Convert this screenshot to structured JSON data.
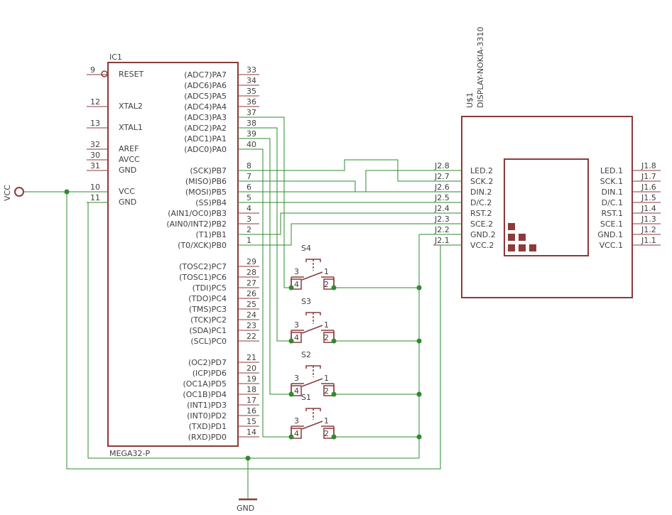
{
  "ic1": {
    "name": "IC1",
    "value": "MEGA32-P",
    "left_pins": [
      {
        "num": "9",
        "label": "RESET"
      },
      {
        "num": "12",
        "label": "XTAL2"
      },
      {
        "num": "13",
        "label": "XTAL1"
      },
      {
        "num": "32",
        "label": "AREF"
      },
      {
        "num": "30",
        "label": "AVCC"
      },
      {
        "num": "31",
        "label": "GND"
      },
      {
        "num": "10",
        "label": "VCC"
      },
      {
        "num": "11",
        "label": "GND"
      }
    ],
    "right_pins": [
      {
        "num": "33",
        "label": "(ADC7)PA7"
      },
      {
        "num": "34",
        "label": "(ADC6)PA6"
      },
      {
        "num": "35",
        "label": "(ADC5)PA5"
      },
      {
        "num": "36",
        "label": "(ADC4)PA4"
      },
      {
        "num": "37",
        "label": "(ADC3)PA3"
      },
      {
        "num": "38",
        "label": "(ADC2)PA2"
      },
      {
        "num": "39",
        "label": "(ADC1)PA1"
      },
      {
        "num": "40",
        "label": "(ADC0)PA0"
      },
      {
        "num": "8",
        "label": "(SCK)PB7"
      },
      {
        "num": "7",
        "label": "(MISO)PB6"
      },
      {
        "num": "6",
        "label": "(MOSI)PB5"
      },
      {
        "num": "5",
        "label": "(SS)PB4"
      },
      {
        "num": "4",
        "label": "(AIN1/OC0)PB3"
      },
      {
        "num": "3",
        "label": "(AIN0/INT2)PB2"
      },
      {
        "num": "2",
        "label": "(T1)PB1"
      },
      {
        "num": "1",
        "label": "(T0/XCK)PB0"
      },
      {
        "num": "29",
        "label": "(TOSC2)PC7"
      },
      {
        "num": "28",
        "label": "(TOSC1)PC6"
      },
      {
        "num": "27",
        "label": "(TDI)PC5"
      },
      {
        "num": "26",
        "label": "(TDO)PC4"
      },
      {
        "num": "25",
        "label": "(TMS)PC3"
      },
      {
        "num": "24",
        "label": "(TCK)PC2"
      },
      {
        "num": "23",
        "label": "(SDA)PC1"
      },
      {
        "num": "22",
        "label": "(SCL)PC0"
      },
      {
        "num": "21",
        "label": "(OC2)PD7"
      },
      {
        "num": "20",
        "label": "(ICP)PD6"
      },
      {
        "num": "19",
        "label": "(OC1A)PD5"
      },
      {
        "num": "18",
        "label": "(OC1B)PD4"
      },
      {
        "num": "17",
        "label": "(INT1)PD3"
      },
      {
        "num": "16",
        "label": "(INT0)PD2"
      },
      {
        "num": "15",
        "label": "(TXD)PD1"
      },
      {
        "num": "14",
        "label": "(RXD)PD0"
      }
    ]
  },
  "display": {
    "name": "U$1",
    "value": "DISPLAY-NOKIA-3310",
    "left_pins": [
      {
        "num": "J2.8",
        "label": "LED.2"
      },
      {
        "num": "J2.7",
        "label": "SCK.2"
      },
      {
        "num": "J2.6",
        "label": "DIN.2"
      },
      {
        "num": "J2.5",
        "label": "D/C.2"
      },
      {
        "num": "J2.4",
        "label": "RST.2"
      },
      {
        "num": "J2.3",
        "label": "SCE.2"
      },
      {
        "num": "J2.2",
        "label": "GND.2"
      },
      {
        "num": "J2.1",
        "label": "VCC.2"
      }
    ],
    "right_pins": [
      {
        "num": "J1.8",
        "label": "LED.1"
      },
      {
        "num": "J1.7",
        "label": "SCK.1"
      },
      {
        "num": "J1.6",
        "label": "DIN.1"
      },
      {
        "num": "J1.5",
        "label": "D/C.1"
      },
      {
        "num": "J1.4",
        "label": "RST.1"
      },
      {
        "num": "J1.3",
        "label": "SCE.1"
      },
      {
        "num": "J1.2",
        "label": "GND.1"
      },
      {
        "num": "J1.1",
        "label": "VCC.1"
      }
    ]
  },
  "switches": [
    {
      "name": "S4",
      "p3": "3",
      "p4": "4",
      "p1": "1",
      "p2": "2"
    },
    {
      "name": "S3",
      "p3": "3",
      "p4": "4",
      "p1": "1",
      "p2": "2"
    },
    {
      "name": "S2",
      "p3": "3",
      "p4": "4",
      "p1": "1",
      "p2": "2"
    },
    {
      "name": "S1",
      "p3": "3",
      "p4": "4",
      "p1": "1",
      "p2": "2"
    }
  ],
  "supply": {
    "vcc": "VCC",
    "gnd": "GND"
  },
  "colors": {
    "part": "#8c3a3a",
    "wire": "#2e8b2e",
    "text": "#404040"
  }
}
